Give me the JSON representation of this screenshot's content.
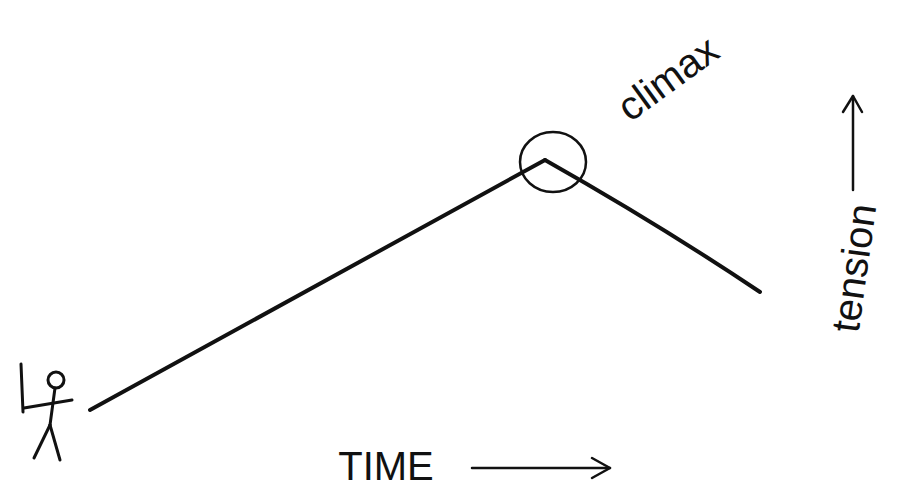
{
  "diagram": {
    "labels": [
      "climax",
      "tension",
      "TIME"
    ]
  }
}
